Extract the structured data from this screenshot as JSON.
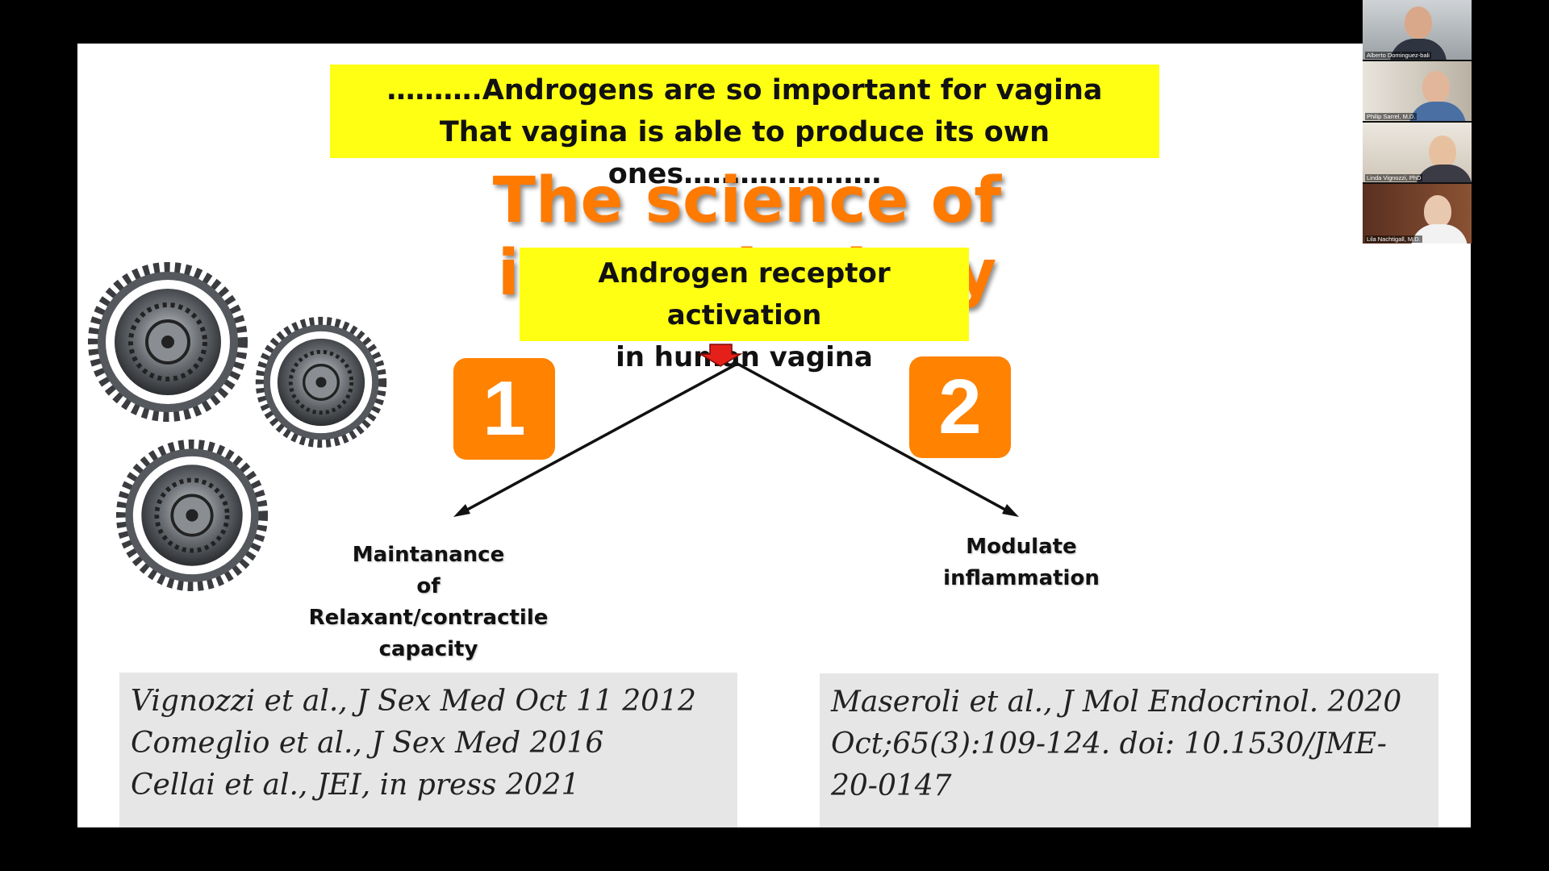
{
  "slide": {
    "banner_top": [
      "……….Androgens are so important for vagina",
      "That vagina is able to produce its own ones…………………"
    ],
    "title": "The science of intracrinology",
    "banner_mid": [
      "Androgen receptor activation",
      "in human vagina"
    ],
    "num1": "1",
    "num2": "2",
    "label_left": [
      "Maintanance",
      "of",
      "Relaxant/contractile",
      "capacity"
    ],
    "label_right": "Modulate inflammation",
    "refs_left": [
      "Vignozzi et al., J Sex Med  Oct  11 2012",
      "Comeglio et al., J Sex Med 2016",
      "Cellai et al., JEI, in press 2021"
    ],
    "refs_right": [
      "Maseroli et al., J Mol Endocrinol. 2020",
      "Oct;65(3):109-124. doi: 10.1530/JME-",
      "20-0147"
    ]
  },
  "participants": [
    {
      "name": "Alberto Dominguez-bali"
    },
    {
      "name": "Philip Sarrel, M.D."
    },
    {
      "name": "Linda Vignozzi, PhD"
    },
    {
      "name": "Lila Nachtigall, M.D."
    }
  ],
  "colors": {
    "accent_orange": "#ff7a00",
    "banner_yellow": "#ffff14",
    "arrow_red": "#e5201a"
  }
}
